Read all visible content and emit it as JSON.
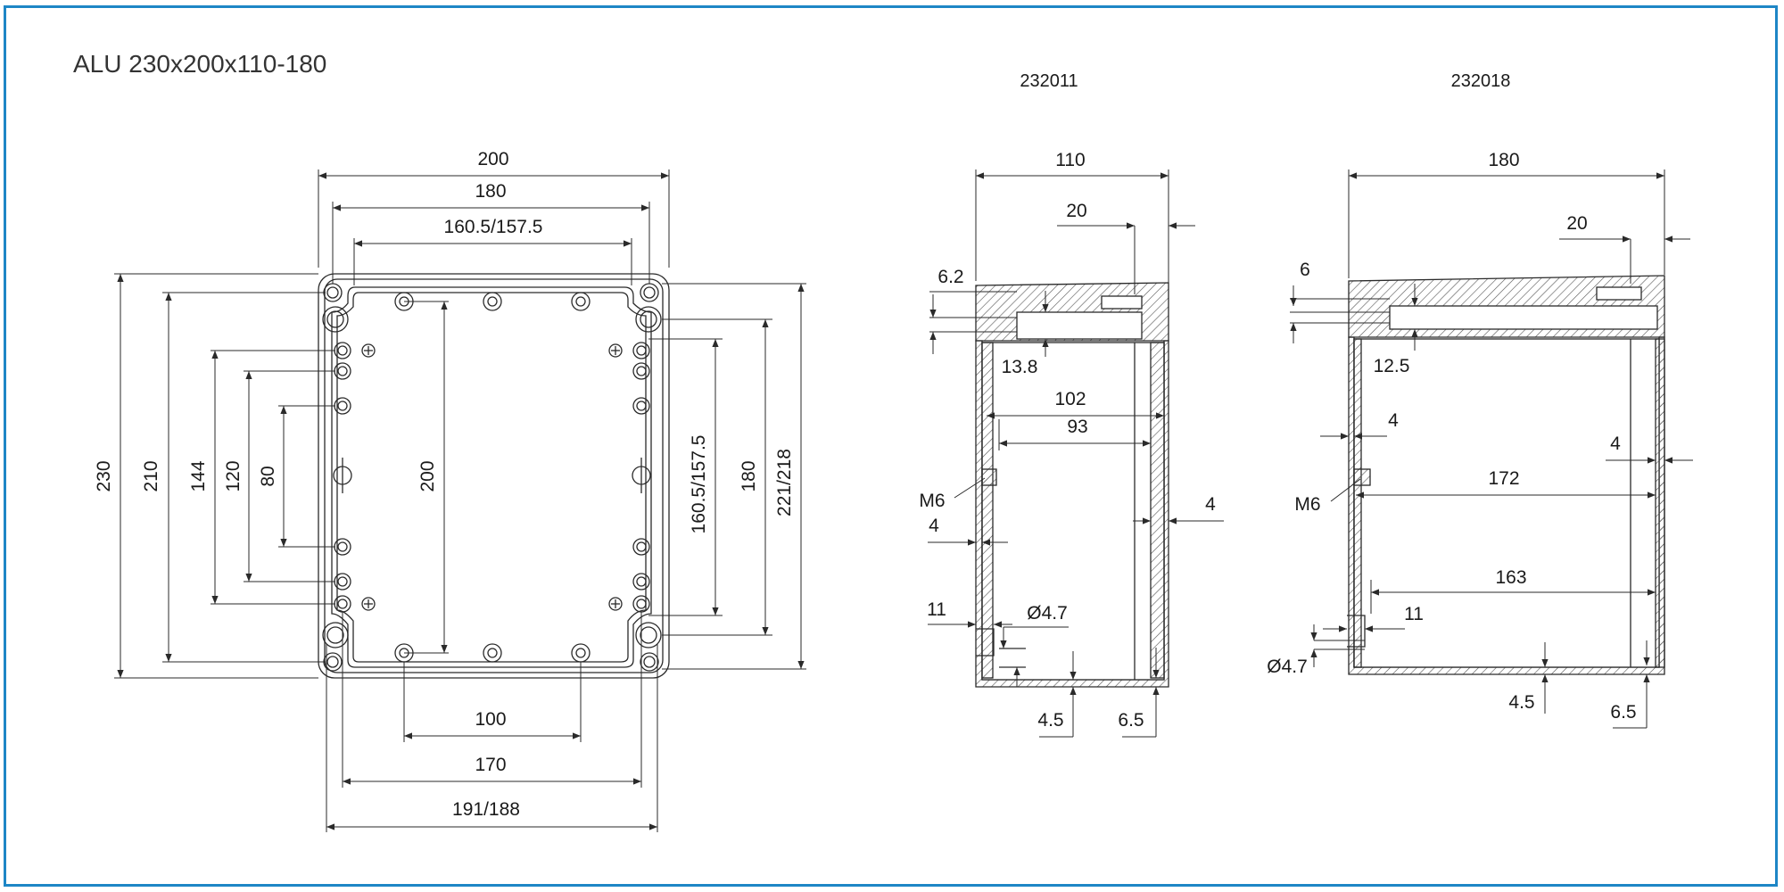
{
  "title": "ALU 230x200x110-180",
  "views": {
    "side_a_label": "232011",
    "side_b_label": "232018"
  },
  "colors": {
    "frame": "#1e86c6",
    "line": "#2a2a2a",
    "text": "#1a1a1a"
  },
  "front": {
    "width": "200",
    "inner_180": "180",
    "inner_160": "160.5/157.5",
    "height_230": "230",
    "height_210": "210",
    "h144": "144",
    "h120": "120",
    "h80": "80",
    "h200": "200",
    "r160": "160.5/157.5",
    "r180": "180",
    "r221": "221/218",
    "b100": "100",
    "b170": "170",
    "b191": "191/188"
  },
  "side_a": {
    "width": "110",
    "d20": "20",
    "d6_2": "6.2",
    "d13_8": "13.8",
    "d102": "102",
    "d93": "93",
    "m6": "M6",
    "d4_left": "4",
    "d4_right": "4",
    "d11": "11",
    "d4_7": "Ø4.7",
    "d4_5": "4.5",
    "d6_5": "6.5"
  },
  "side_b": {
    "width": "180",
    "d20": "20",
    "d6": "6",
    "d12_5": "12.5",
    "d4_left": "4",
    "d4_right": "4",
    "m6": "M6",
    "d172": "172",
    "d163": "163",
    "d11": "11",
    "d4_7": "Ø4.7",
    "d4_5": "4.5",
    "d6_5": "6.5"
  }
}
